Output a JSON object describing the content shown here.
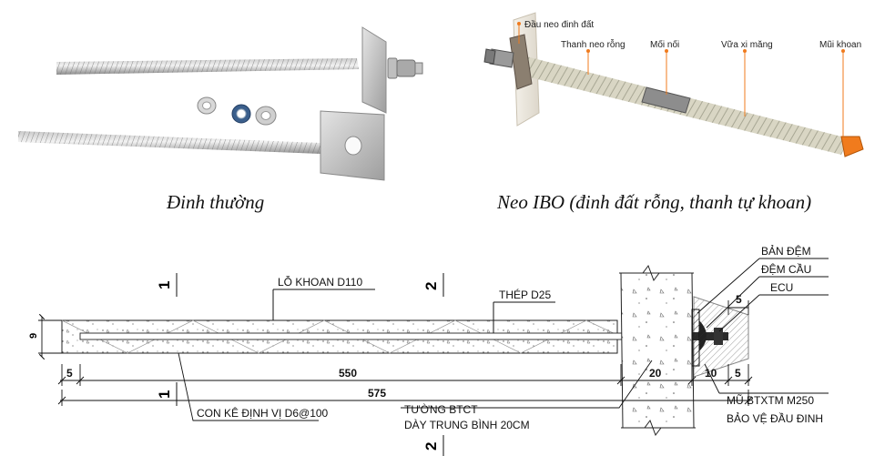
{
  "photo_left": {
    "caption": "Đinh thường"
  },
  "photo_right": {
    "caption": "Neo IBO (đinh đất rỗng, thanh tự khoan)",
    "labels": {
      "anchor_head": "Đầu neo đinh đất",
      "hollow_bar": "Thanh neo rỗng",
      "coupler": "Mối nối",
      "grout": "Vữa xi măng",
      "drill_bit": "Mũi khoan"
    }
  },
  "drawing": {
    "section_marks": {
      "s1": "1",
      "s2": "2"
    },
    "labels": {
      "bore": "LỖ KHOAN D110",
      "steel": "THÉP D25",
      "spacer": "CON KÊ ĐỊNH VỊ D6@100",
      "wall_line1": "TƯỜNG BTCT",
      "wall_line2": "DÀY TRUNG BÌNH 20CM",
      "plate": "BẢN ĐỆM",
      "washer": "ĐỆM CẦU",
      "nut": "ECU",
      "cap_line1": "MŨ BTXTM M250",
      "cap_line2": "BẢO VỆ ĐẦU ĐINH"
    },
    "dimensions": {
      "height": "9",
      "left_offset": "5",
      "bar_length": "550",
      "wall": "20",
      "head": "10",
      "right_offset": "5",
      "total": "575",
      "top_right": "5"
    }
  }
}
